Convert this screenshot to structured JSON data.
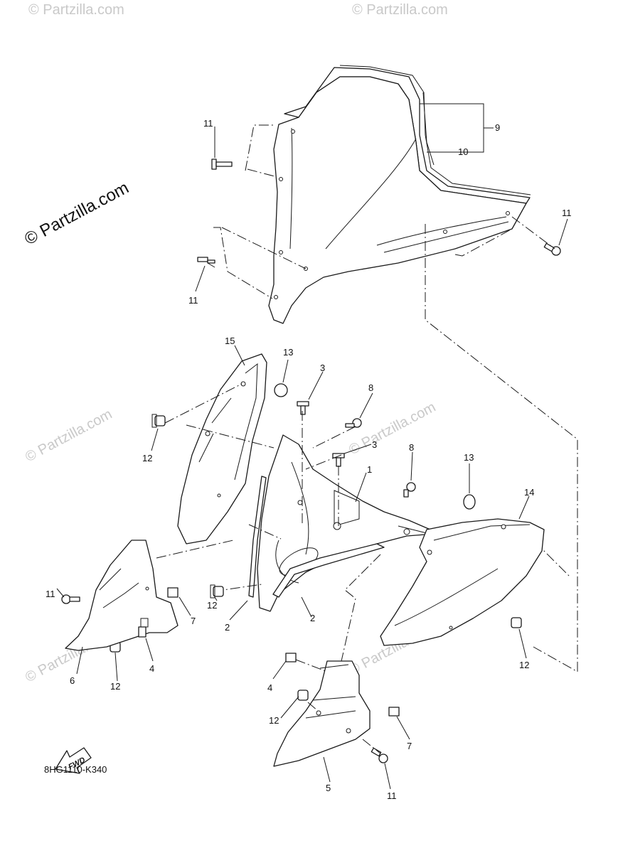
{
  "watermark": {
    "main_text": "© Partzilla.com",
    "faded_text": "© Partzilla.com"
  },
  "diagram": {
    "code": "8HG1110-K340",
    "fwd_label": "FWD"
  },
  "callouts": {
    "c1": "1",
    "c2a": "2",
    "c2b": "2",
    "c3a": "3",
    "c3b": "3",
    "c4a": "4",
    "c4b": "4",
    "c5": "5",
    "c6": "6",
    "c7a": "7",
    "c7b": "7",
    "c8a": "8",
    "c8b": "8",
    "c9": "9",
    "c10": "10",
    "c11a": "11",
    "c11b": "11",
    "c11c": "11",
    "c11d": "11",
    "c11e": "11",
    "c12a": "12",
    "c12b": "12",
    "c12c": "12",
    "c12d": "12",
    "c12e": "12",
    "c13a": "13",
    "c13b": "13",
    "c14": "14",
    "c15": "15"
  },
  "colors": {
    "line": "#1a1a1a",
    "watermark": "#c9c9c9",
    "background": "#ffffff"
  }
}
